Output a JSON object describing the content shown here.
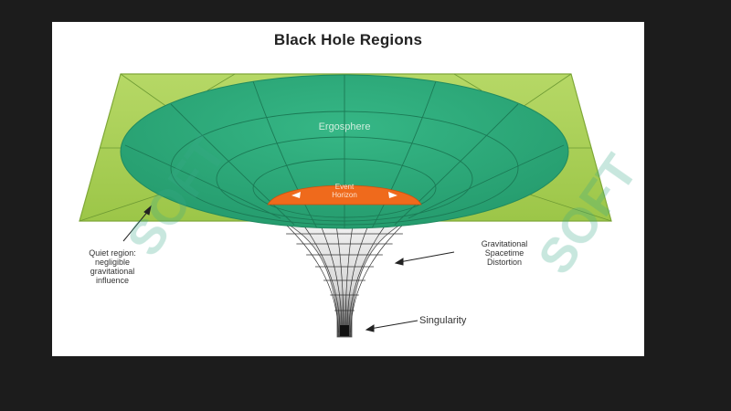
{
  "title": "Black Hole Regions",
  "labels": {
    "ergosphere": "Ergosphere",
    "event_horizon_line1": "Event",
    "event_horizon_line2": "Horizon",
    "quiet_line1": "Quiet region:",
    "quiet_line2": "negligible",
    "quiet_line3": "gravitational",
    "quiet_line4": "influence",
    "distortion_line1": "Gravitational",
    "distortion_line2": "Spacetime",
    "distortion_line3": "Distortion",
    "singularity": "Singularity"
  },
  "watermark": "SOFT",
  "colors": {
    "page_bg": "#1c1c1c",
    "panel_bg": "#ffffff",
    "plane": "#a8cd55",
    "ergosphere": "#2ea97a",
    "event_horizon": "#ef6a1c",
    "funnel": "#e8e8e8"
  }
}
